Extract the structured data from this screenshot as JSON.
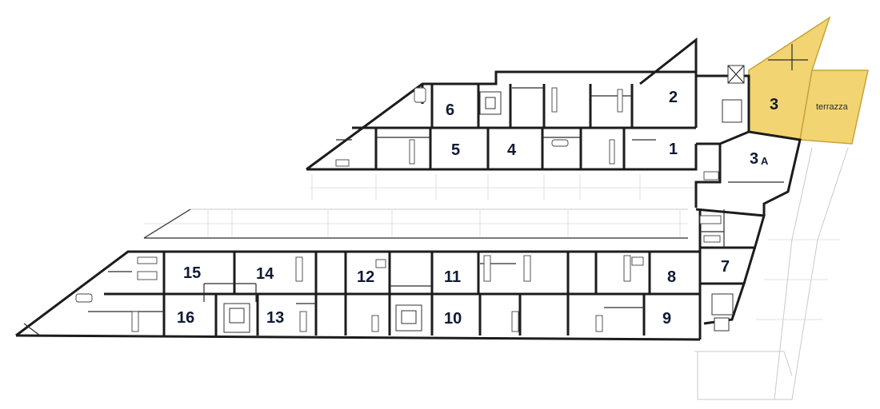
{
  "plan": {
    "highlight_color": "#f2d472",
    "highlight_stroke": "#c9a33a",
    "units": [
      {
        "id": "unit-1",
        "label": "1",
        "sub": ""
      },
      {
        "id": "unit-2",
        "label": "2",
        "sub": ""
      },
      {
        "id": "unit-3",
        "label": "3",
        "sub": "",
        "highlighted": true
      },
      {
        "id": "unit-3a",
        "label": "3",
        "sub": "A"
      },
      {
        "id": "unit-4",
        "label": "4",
        "sub": ""
      },
      {
        "id": "unit-5",
        "label": "5",
        "sub": ""
      },
      {
        "id": "unit-6",
        "label": "6",
        "sub": ""
      },
      {
        "id": "unit-7",
        "label": "7",
        "sub": ""
      },
      {
        "id": "unit-8",
        "label": "8",
        "sub": ""
      },
      {
        "id": "unit-9",
        "label": "9",
        "sub": ""
      },
      {
        "id": "unit-10",
        "label": "10",
        "sub": ""
      },
      {
        "id": "unit-11",
        "label": "11",
        "sub": ""
      },
      {
        "id": "unit-12",
        "label": "12",
        "sub": ""
      },
      {
        "id": "unit-13",
        "label": "13",
        "sub": ""
      },
      {
        "id": "unit-14",
        "label": "14",
        "sub": ""
      },
      {
        "id": "unit-15",
        "label": "15",
        "sub": ""
      },
      {
        "id": "unit-16",
        "label": "16",
        "sub": ""
      }
    ],
    "terrace_label": "terrazza"
  }
}
